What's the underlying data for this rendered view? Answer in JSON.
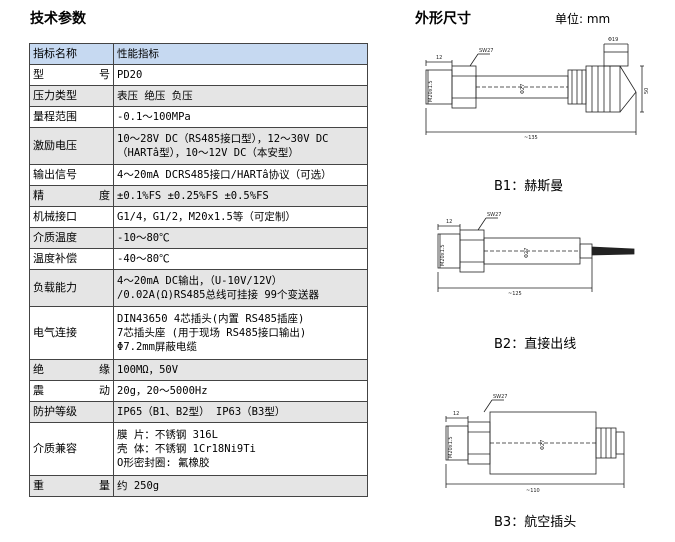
{
  "left_title": "技术参数",
  "right_title": "外形尺寸",
  "unit": "单位: mm",
  "table": {
    "header": {
      "key": "指标名称",
      "value": "性能指标"
    },
    "rows": [
      {
        "key": "型号",
        "lines": [
          "PD20"
        ]
      },
      {
        "key": "压力类型",
        "lines": [
          "表压    绝压    负压"
        ]
      },
      {
        "key": "量程范围",
        "lines": [
          "-0.1～100MPa"
        ]
      },
      {
        "key": "激励电压",
        "lines": [
          "10～28V DC（RS485接口型），12～30V DC",
          "（HARTâ型），10～12V DC（本安型）"
        ]
      },
      {
        "key": "输出信号",
        "lines": [
          "4～20mA DCRS485接口/HARTâ协议（可选）"
        ]
      },
      {
        "key": "精度",
        "lines": [
          "±0.1%FS   ±0.25%FS   ±0.5%FS"
        ]
      },
      {
        "key": "机械接口",
        "lines": [
          "G1/4，G1/2，M20x1.5等（可定制）"
        ]
      },
      {
        "key": "介质温度",
        "lines": [
          "-10～80℃"
        ]
      },
      {
        "key": "温度补偿",
        "lines": [
          "-40～80℃"
        ]
      },
      {
        "key": "负载能力",
        "lines": [
          "4～20mA DC输出，（U-10V/12V）",
          "/0.02A(Ω)RS485总线可挂接 99个变送器"
        ]
      },
      {
        "key": "电气连接",
        "lines": [
          "DIN43650  4芯插头(内置 RS485插座)",
          "7芯插头座 (用于现场 RS485接口输出)",
          "Φ7.2mm屏蔽电缆"
        ]
      },
      {
        "key": "绝缘",
        "lines": [
          "100MΩ，50V"
        ]
      },
      {
        "key": "震动",
        "lines": [
          "20g，20～5000Hz"
        ]
      },
      {
        "key": "防护等级",
        "lines": [
          "IP65（B1、B2型） IP63（B3型）"
        ]
      },
      {
        "key": "介质兼容",
        "lines": [
          "膜 片：不锈钢 316L",
          "壳 体：不锈钢 1Cr18Ni9Ti",
          "O形密封圈: 氟橡胶"
        ]
      },
      {
        "key": "重量",
        "lines": [
          "约 250g"
        ]
      }
    ]
  },
  "drawings": {
    "b1": {
      "caption": "B1：赫斯曼",
      "dims": {
        "top": "Φ19",
        "left": "12",
        "wrench": "SW27",
        "thread": "M20x1.5",
        "dia": "Φ27",
        "height": "50",
        "length": "~135"
      }
    },
    "b2": {
      "caption": "B2：直接出线",
      "dims": {
        "left": "12",
        "wrench": "SW27",
        "thread": "M20x1.5",
        "dia": "Φ27",
        "length": "~125"
      }
    },
    "b3": {
      "caption": "B3：航空插头",
      "dims": {
        "left": "12",
        "wrench": "SW27",
        "thread": "M20x1.5",
        "dia": "Φ27",
        "length": "~110"
      }
    }
  }
}
